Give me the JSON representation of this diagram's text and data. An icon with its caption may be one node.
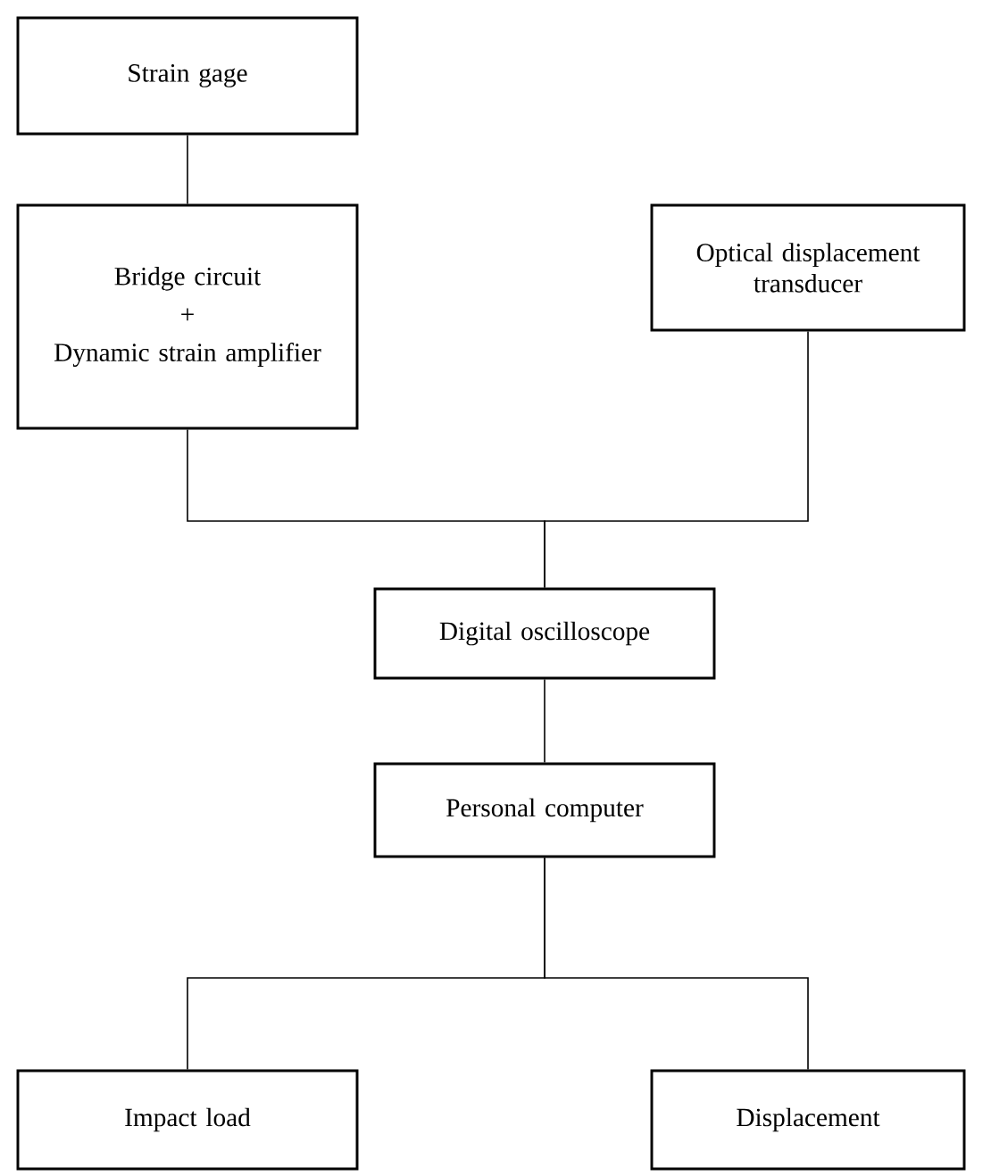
{
  "diagram": {
    "nodes": [
      {
        "text": [
          "Strain gage"
        ]
      },
      {
        "text": [
          "Bridge circuit",
          "+",
          "Dynamic strain amplifier"
        ]
      },
      {
        "text": [
          "Optical displacement transducer"
        ]
      },
      {
        "text": [
          "Digital oscilloscope"
        ]
      },
      {
        "text": [
          "Personal computer"
        ]
      },
      {
        "text": [
          "Impact load"
        ]
      },
      {
        "text": [
          "Displacement"
        ]
      }
    ],
    "edges": [
      {
        "from": 0,
        "to": 1,
        "arrow": "none"
      },
      {
        "from": 1,
        "to": 3,
        "arrow": "none"
      },
      {
        "from": 2,
        "to": 3,
        "arrow": "none"
      },
      {
        "from": 3,
        "to": 4,
        "arrow": "none"
      },
      {
        "from": 4,
        "to": 5,
        "arrow": "none"
      },
      {
        "from": 4,
        "to": 6,
        "arrow": "none"
      }
    ]
  }
}
